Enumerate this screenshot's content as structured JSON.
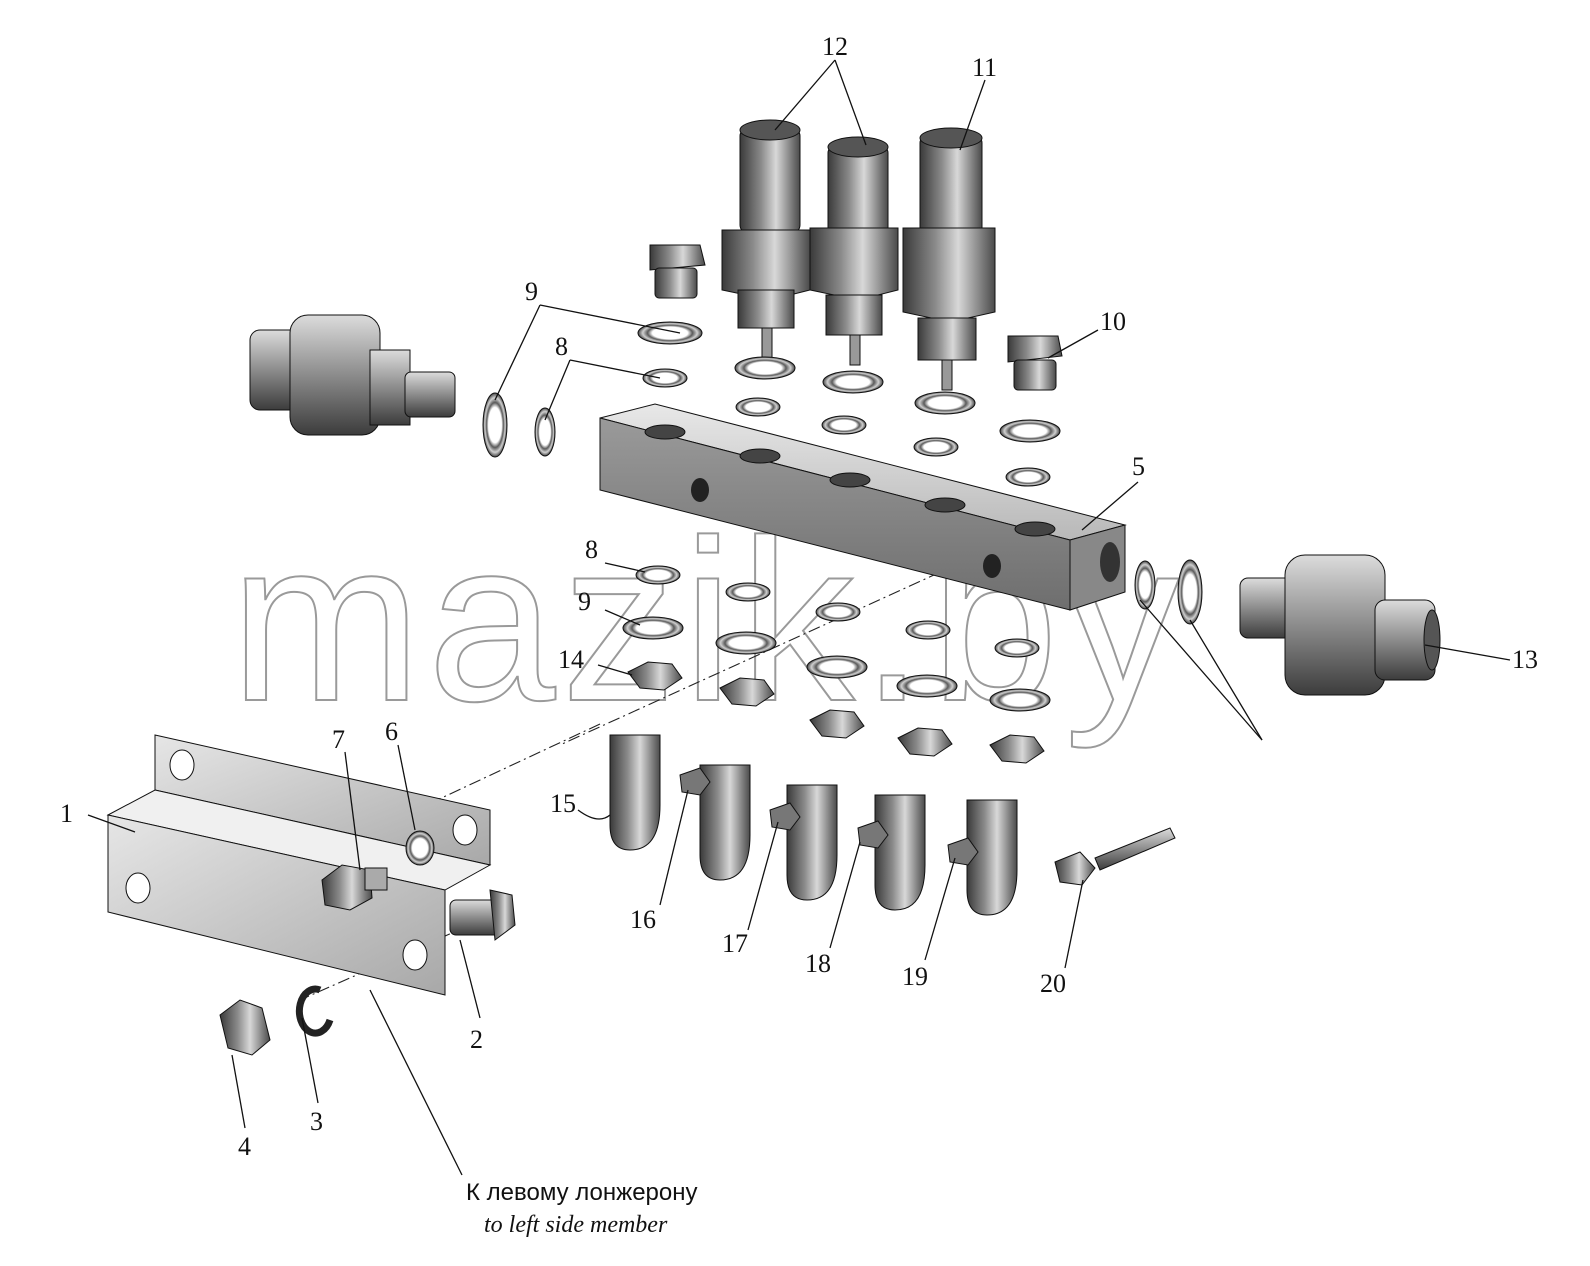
{
  "watermark": "mazik.by",
  "caption": {
    "ru": "К левому лонжерону",
    "en": "to left side member"
  },
  "callouts": {
    "c1": "1",
    "c2": "2",
    "c3": "3",
    "c4": "4",
    "c5": "5",
    "c6": "6",
    "c7": "7",
    "c8a": "8",
    "c8b": "8",
    "c9a": "9",
    "c9b": "9",
    "c10": "10",
    "c11": "11",
    "c12": "12",
    "c13": "13",
    "c14": "14",
    "c15": "15",
    "c16": "16",
    "c17": "17",
    "c18": "18",
    "c19": "19",
    "c20": "20"
  }
}
